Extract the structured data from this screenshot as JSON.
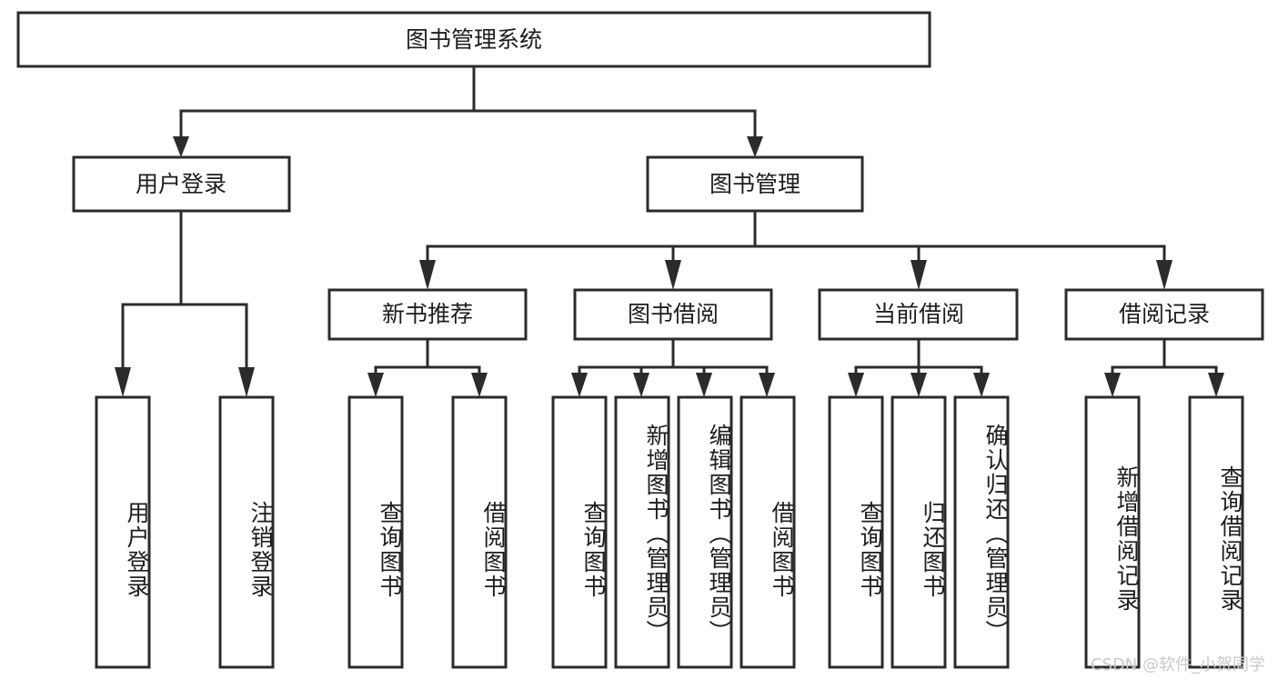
{
  "diagram": {
    "title": "图书管理系统",
    "type": "tree",
    "orientation": "top-down",
    "colors": {
      "stroke": "#2b2b2b",
      "fill": "#ffffff",
      "text": "#1d1d1d",
      "background": "#ffffff",
      "watermark": "#c9c9c9"
    },
    "root": {
      "label": "图书管理系统"
    },
    "level2": [
      {
        "label": "用户登录"
      },
      {
        "label": "图书管理"
      }
    ],
    "level3": [
      {
        "label": "新书推荐"
      },
      {
        "label": "图书借阅"
      },
      {
        "label": "当前借阅"
      },
      {
        "label": "借阅记录"
      }
    ],
    "leaves": {
      "user_login": [
        {
          "label": "用户登录"
        },
        {
          "label": "注销登录"
        }
      ],
      "new_book_recommend": [
        {
          "label": "查询图书"
        },
        {
          "label": "借阅图书"
        }
      ],
      "book_borrow": [
        {
          "label": "查询图书"
        },
        {
          "label": "新增图书（管理员）"
        },
        {
          "label": "编辑图书（管理员）"
        },
        {
          "label": "借阅图书"
        }
      ],
      "current_borrow": [
        {
          "label": "查询图书"
        },
        {
          "label": "归还图书"
        },
        {
          "label": "确认归还（管理员）"
        }
      ],
      "borrow_record": [
        {
          "label": "新增借阅记录"
        },
        {
          "label": "查询借阅记录"
        }
      ]
    }
  },
  "watermark": {
    "text": "CSDN @软件_小贺同学"
  }
}
